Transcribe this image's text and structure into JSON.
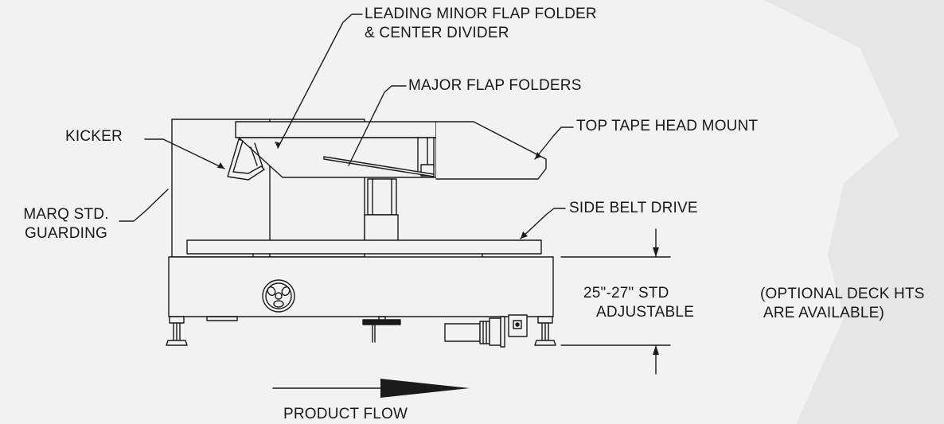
{
  "labels": {
    "leading_minor": {
      "line1": "LEADING MINOR FLAP FOLDER",
      "line2": "& CENTER DIVIDER"
    },
    "major_flap": "MAJOR FLAP FOLDERS",
    "kicker": "KICKER",
    "top_tape": "TOP TAPE HEAD MOUNT",
    "guarding": {
      "line1": "MARQ STD.",
      "line2": "GUARDING"
    },
    "side_belt": "SIDE BELT DRIVE",
    "height_range": {
      "line1": "25\"-27\" STD",
      "line2": "ADJUSTABLE"
    },
    "optional": {
      "line1": "(OPTIONAL DECK HTS",
      "line2": "ARE AVAILABLE)"
    },
    "product_flow": "PRODUCT FLOW"
  },
  "colors": {
    "line": "#1a1a1a",
    "background": "#f2f2f2",
    "watermark": "#e4e4e4"
  }
}
